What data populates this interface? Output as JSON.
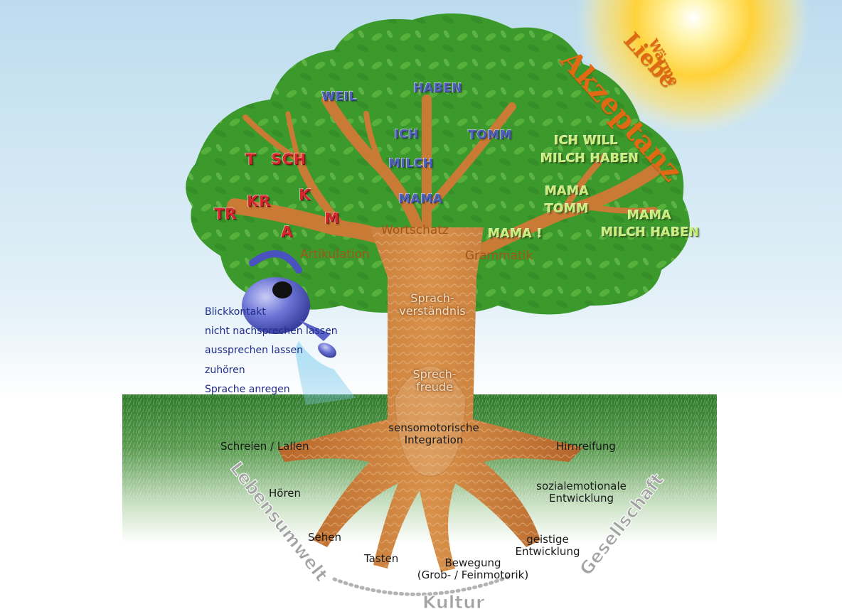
{
  "sun_words": {
    "waerme": "Wärme",
    "liebe": "Liebe",
    "akzeptanz": "Akzeptanz"
  },
  "crown_words": {
    "blue": [
      "WEIL",
      "HABEN",
      "ICH",
      "TOMM",
      "MILCH",
      "MAMA"
    ],
    "green": [
      "ICH WILL",
      "MILCH HABEN",
      "MAMA",
      "TOMM",
      "MAMA",
      "MILCH HABEN",
      "MAMA !"
    ],
    "red": [
      "T",
      "SCH",
      "KR",
      "K",
      "TR",
      "A",
      "M"
    ]
  },
  "branches": {
    "wortschatz": "Wortschatz",
    "artikulation": "Artikulation",
    "grammatik": "Grammatik"
  },
  "trunk": {
    "sprachverstaendnis": [
      "Sprach-",
      "verständnis"
    ],
    "sprechfreude": [
      "Sprech-",
      "freude"
    ],
    "integration": [
      "sensomotorische",
      "Integration"
    ]
  },
  "roots": {
    "schreien": "Schreien / Lallen",
    "hoeren": "Hören",
    "sehen": "Sehen",
    "tasten": "Tasten",
    "bewegung": [
      "Bewegung",
      "(Grob- / Feinmotorik)"
    ],
    "geistige": [
      "geistige",
      "Entwicklung"
    ],
    "sozial": [
      "sozialemotionale",
      "Entwicklung"
    ],
    "hirnreifung": "Hirnreifung"
  },
  "watering_hints": [
    "Blickkontakt",
    "nicht nachsprechen lassen",
    "aussprechen lassen",
    "zuhören",
    "Sprache anregen"
  ],
  "ground_arc": {
    "left": "Lebensumwelt",
    "bottom": "Kultur",
    "right": "Gesellschaft"
  },
  "colors": {
    "foliage": "#3f9a2c",
    "trunk": "#c97a34",
    "grass": "#2f7a2a",
    "sky": "#cfe6f3",
    "sun": "#ffcf2a",
    "can": "#5b63c8",
    "arc_text": "#a3a3a3"
  }
}
